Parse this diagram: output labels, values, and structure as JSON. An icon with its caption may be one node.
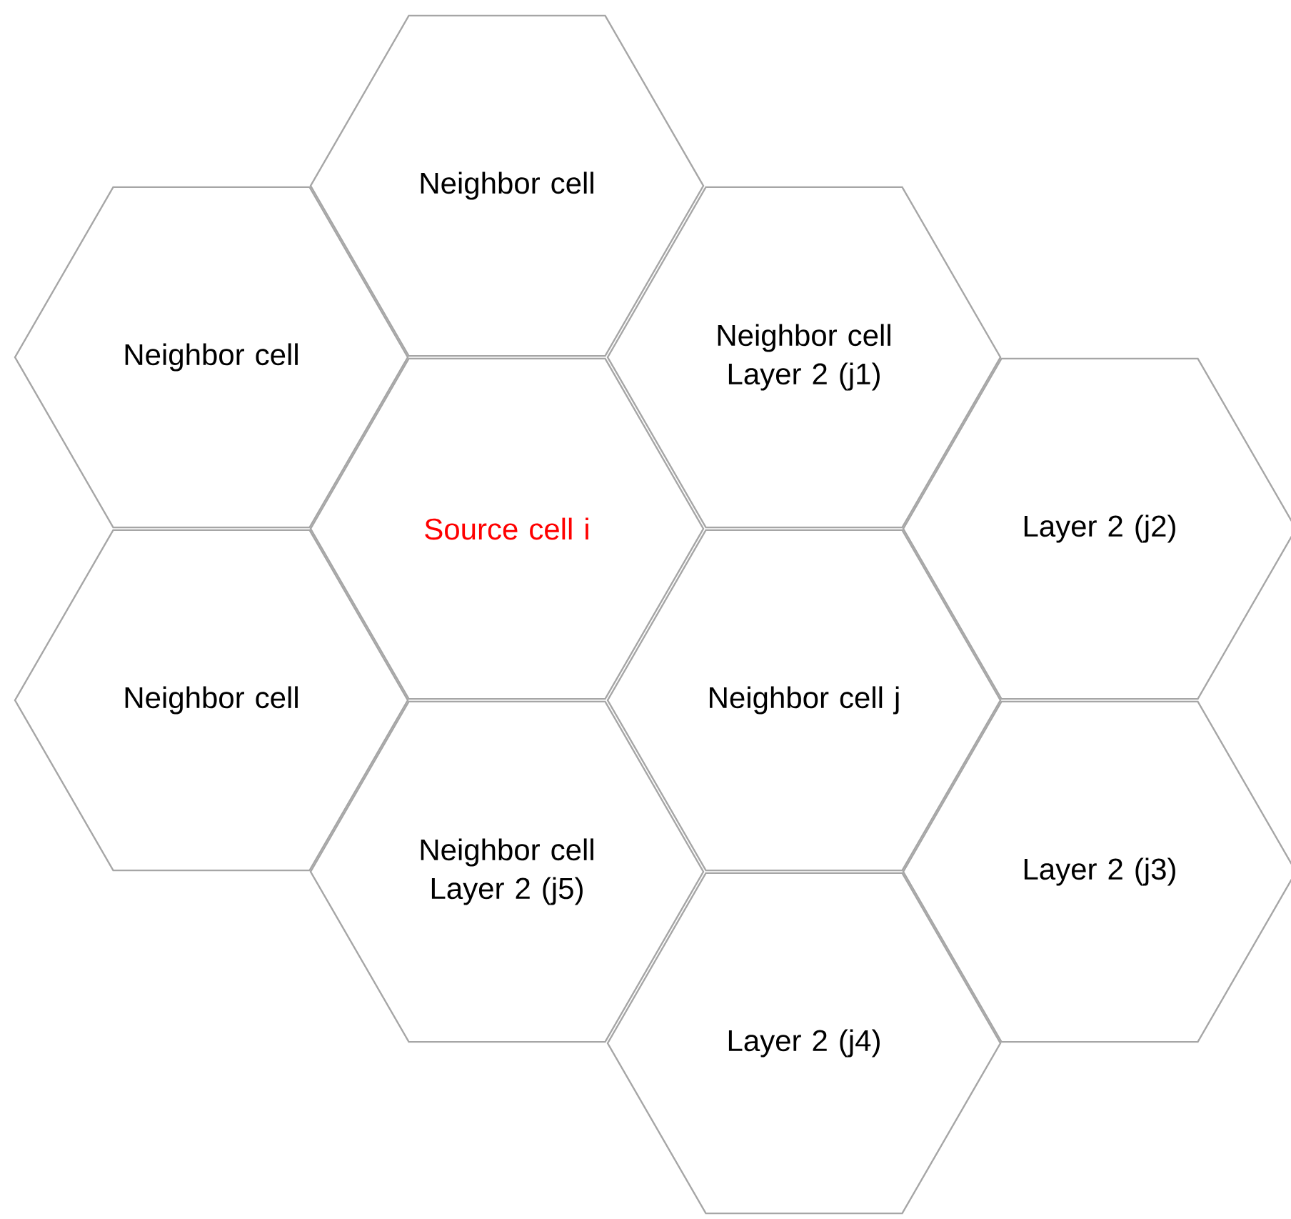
{
  "diagram": {
    "nodes": [
      {
        "text": [
          "Neighbor cell"
        ]
      },
      {
        "text": [
          "Neighbor cell"
        ]
      },
      {
        "text": [
          "Neighbor cell Layer 2 (j1)"
        ]
      },
      {
        "text": [
          "Source cell i"
        ]
      },
      {
        "text": [
          "Layer 2 (j2)"
        ]
      },
      {
        "text": [
          "Neighbor cell"
        ]
      },
      {
        "text": [
          "Neighbor cell j"
        ]
      },
      {
        "text": [
          "Neighbor cell Layer 2 (j5)"
        ]
      },
      {
        "text": [
          "Layer 2 (j3)"
        ]
      },
      {
        "text": [
          "Layer 2 (j4)"
        ]
      }
    ]
  }
}
